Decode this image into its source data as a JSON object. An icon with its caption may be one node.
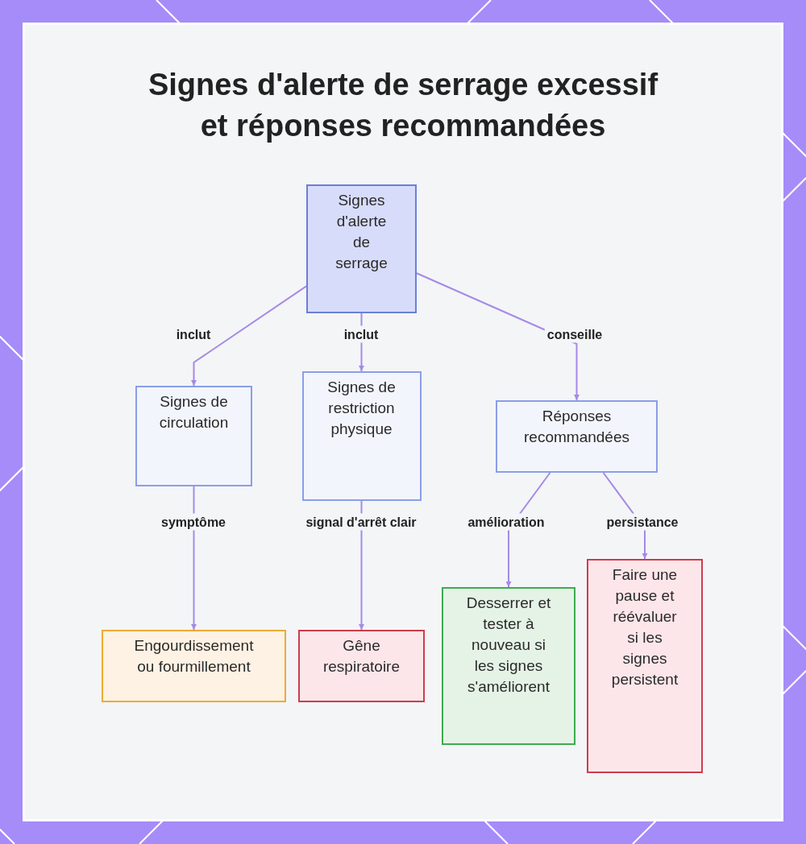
{
  "diagram": {
    "title": "Signes d'alerte de serrage excessif et réponses recommandées",
    "nodes": [
      {
        "text": [
          "Signes d'alerte de serrage"
        ]
      },
      {
        "text": [
          "Signes de circulation"
        ]
      },
      {
        "text": [
          "Signes de restriction physique"
        ]
      },
      {
        "text": [
          "Réponses recommandées"
        ]
      },
      {
        "text": [
          "Engourdissement ou fourmillement"
        ]
      },
      {
        "text": [
          "Gêne respiratoire"
        ]
      },
      {
        "text": [
          "Desserrer et tester à nouveau si les signes s'améliorent"
        ]
      },
      {
        "text": [
          "Faire une pause et réévaluer si les signes persistent"
        ]
      }
    ],
    "edges": [
      {
        "from": 0,
        "to": 1,
        "arrow": "to",
        "label": "inclut"
      },
      {
        "from": 0,
        "to": 2,
        "arrow": "to",
        "label": "inclut"
      },
      {
        "from": 0,
        "to": 3,
        "arrow": "to",
        "label": "conseille"
      },
      {
        "from": 1,
        "to": 4,
        "arrow": "to",
        "label": "symptôme"
      },
      {
        "from": 2,
        "to": 5,
        "arrow": "to",
        "label": "signal d'arrêt clair"
      },
      {
        "from": 3,
        "to": 6,
        "arrow": "to",
        "label": "amélioration"
      },
      {
        "from": 3,
        "to": 7,
        "arrow": "to",
        "label": "persistance"
      }
    ]
  }
}
